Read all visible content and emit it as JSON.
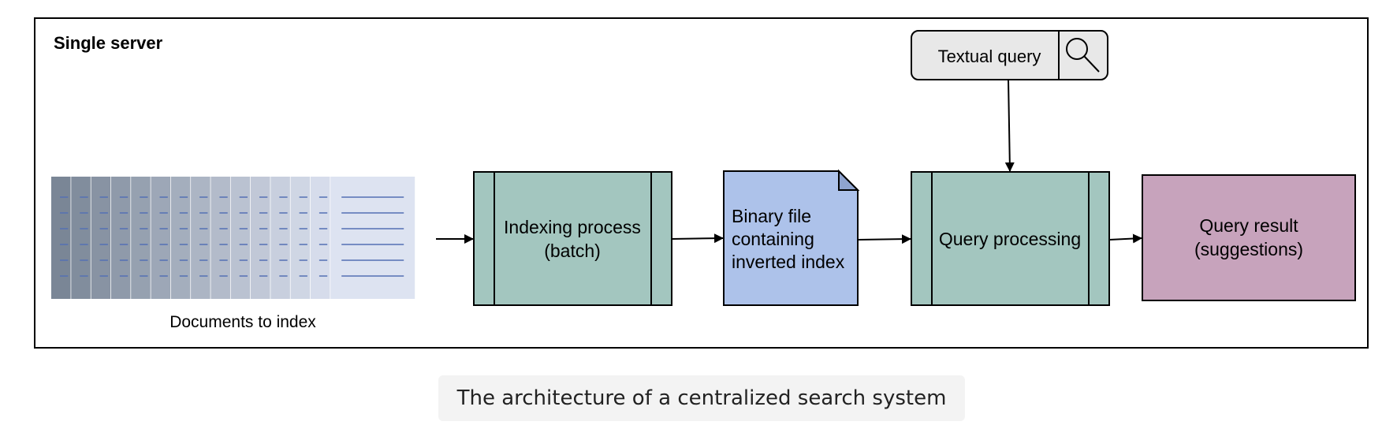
{
  "diagram": {
    "container_label": "Single server",
    "documents_label": "Documents to index",
    "nodes": {
      "indexing": [
        "Indexing process",
        "(batch)"
      ],
      "binary_file": [
        "Binary file",
        "containing",
        "inverted index"
      ],
      "query_processing": [
        "Query processing"
      ],
      "query_result": [
        "Query result",
        "(suggestions)"
      ],
      "textual_query": [
        "Textual query"
      ]
    },
    "icons": {
      "textual_query": "search-icon",
      "binary_file": "document-icon"
    },
    "colors": {
      "process_fill": "#a3c6bf",
      "file_fill": "#adc2ea",
      "result_fill": "#c7a3bc",
      "query_fill": "#e8e8e8",
      "doc_base": "#7a8696",
      "doc_light": "#dde3f1",
      "doc_line": "#5470b4"
    }
  },
  "caption": "The architecture of a centralized search system"
}
